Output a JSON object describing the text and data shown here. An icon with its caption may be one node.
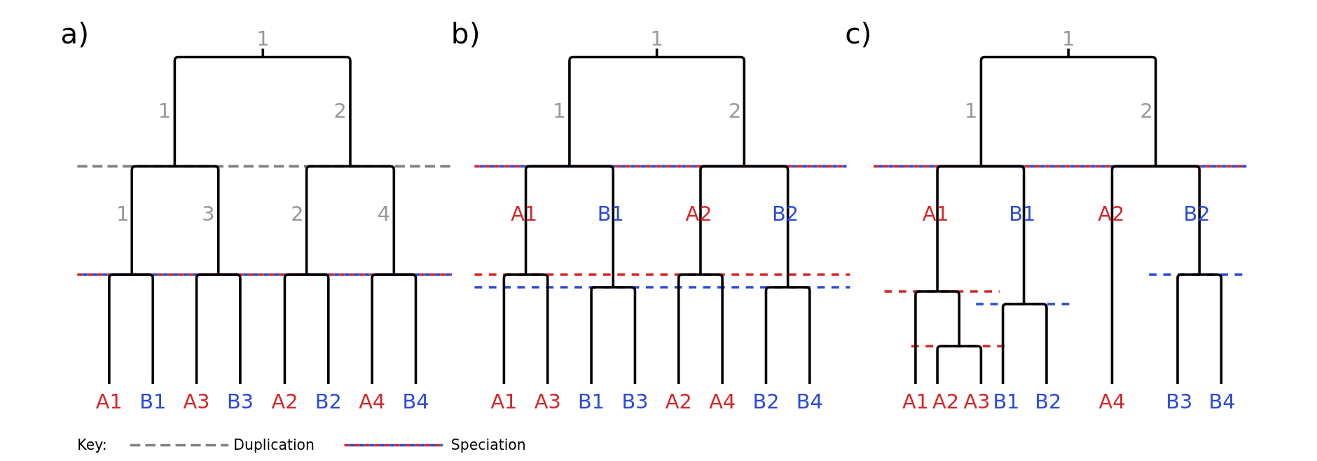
{
  "diagram": {
    "labels": [
      "a)",
      "1",
      "1",
      "2",
      "1",
      "3",
      "2",
      "4",
      "A1",
      "B1",
      "A3",
      "B3",
      "A2",
      "B2",
      "A4",
      "B4",
      "b)",
      "1",
      "1",
      "2",
      "A1",
      "B1",
      "A2",
      "B2",
      "A1",
      "A3",
      "B1",
      "B3",
      "A2",
      "A4",
      "B2",
      "B4",
      "c)",
      "1",
      "1",
      "2",
      "A1",
      "B1",
      "A2",
      "B2",
      "A1",
      "A2",
      "A3",
      "B1",
      "B2",
      "A4",
      "B3",
      "B4",
      "Key:"
    ],
    "legend": [
      {
        "text": "Duplication"
      },
      {
        "text": "Speciation"
      }
    ]
  }
}
